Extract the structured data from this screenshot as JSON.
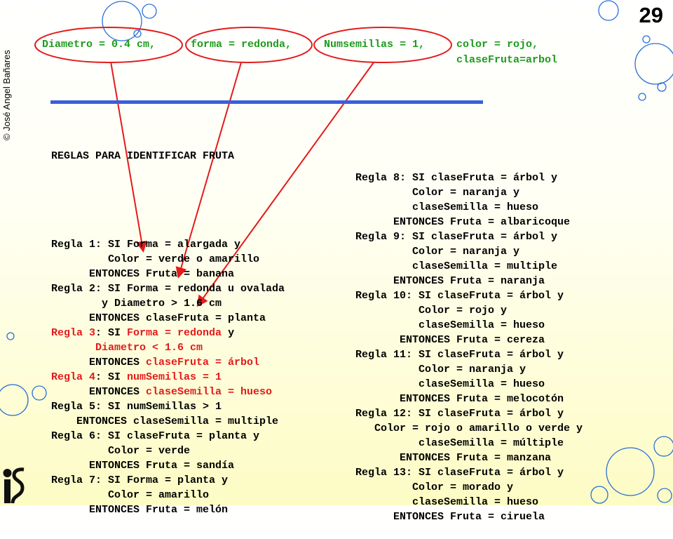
{
  "copyright": "© José Angel Bañares",
  "page_number": "29",
  "facts": {
    "diametro": "Diametro = 0.4 cm,",
    "forma": "forma = redonda,",
    "numsemillas": "Numsemillas = 1,",
    "color": "color = rojo,",
    "clasefruta": "claseFruta=arbol"
  },
  "left_title": "REGLAS PARA IDENTIFICAR FRUTA",
  "left_lines": [
    {
      "parts": [
        {
          "t": "Regla 1: SI Forma = alargada y",
          "c": "black"
        }
      ]
    },
    {
      "parts": [
        {
          "t": "         Color = verde o amarillo",
          "c": "black"
        }
      ]
    },
    {
      "parts": [
        {
          "t": "      ENTONCES Fruta = banana",
          "c": "black"
        }
      ]
    },
    {
      "parts": [
        {
          "t": "Regla 2: SI Forma = redonda u ovalada",
          "c": "black"
        }
      ]
    },
    {
      "parts": [
        {
          "t": "        y Diametro > 1.6 cm",
          "c": "black"
        }
      ]
    },
    {
      "parts": [
        {
          "t": "      ENTONCES claseFruta = planta",
          "c": "black"
        }
      ]
    },
    {
      "parts": [
        {
          "t": "Regla 3",
          "c": "red"
        },
        {
          "t": ": SI ",
          "c": "black"
        },
        {
          "t": "Forma = redonda",
          "c": "red"
        },
        {
          "t": " y",
          "c": "black"
        }
      ]
    },
    {
      "parts": [
        {
          "t": "       Diametro < 1.6 cm",
          "c": "red"
        }
      ]
    },
    {
      "parts": [
        {
          "t": "      ENTONCES ",
          "c": "black"
        },
        {
          "t": "claseFruta = árbol",
          "c": "red"
        }
      ]
    },
    {
      "parts": [
        {
          "t": "Regla 4",
          "c": "red"
        },
        {
          "t": ": SI ",
          "c": "black"
        },
        {
          "t": "numSemillas = 1",
          "c": "red"
        }
      ]
    },
    {
      "parts": [
        {
          "t": "      ENTONCES ",
          "c": "black"
        },
        {
          "t": "claseSemilla = hueso",
          "c": "red"
        }
      ]
    },
    {
      "parts": [
        {
          "t": "Regla 5: SI numSemillas > 1",
          "c": "black"
        }
      ]
    },
    {
      "parts": [
        {
          "t": "    ENTONCES claseSemilla = multiple",
          "c": "black"
        }
      ]
    },
    {
      "parts": [
        {
          "t": "Regla 6: SI claseFruta = planta y",
          "c": "black"
        }
      ]
    },
    {
      "parts": [
        {
          "t": "         Color = verde",
          "c": "black"
        }
      ]
    },
    {
      "parts": [
        {
          "t": "      ENTONCES Fruta = sandía",
          "c": "black"
        }
      ]
    },
    {
      "parts": [
        {
          "t": "Regla 7: SI Forma = planta y",
          "c": "black"
        }
      ]
    },
    {
      "parts": [
        {
          "t": "         Color = amarillo",
          "c": "black"
        }
      ]
    },
    {
      "parts": [
        {
          "t": "      ENTONCES Fruta = melón",
          "c": "black"
        }
      ]
    }
  ],
  "right_lines": [
    "Regla 8: SI claseFruta = árbol y",
    "         Color = naranja y",
    "         claseSemilla = hueso",
    "      ENTONCES Fruta = albaricoque",
    "Regla 9: SI claseFruta = árbol y",
    "         Color = naranja y",
    "         claseSemilla = multiple",
    "      ENTONCES Fruta = naranja",
    "Regla 10: SI claseFruta = árbol y",
    "          Color = rojo y",
    "          claseSemilla = hueso",
    "       ENTONCES Fruta = cereza",
    "Regla 11: SI claseFruta = árbol y",
    "          Color = naranja y",
    "          claseSemilla = hueso",
    "       ENTONCES Fruta = melocotón",
    "Regla 12: SI claseFruta = árbol y",
    "   Color = rojo o amarillo o verde y",
    "          claseSemilla = múltiple",
    "       ENTONCES Fruta = manzana",
    "Regla 13: SI claseFruta = árbol y",
    "         Color = morado y",
    "         claseSemilla = hueso",
    "      ENTONCES Fruta = ciruela"
  ],
  "colors": {
    "fact_green": "#1e9a1e",
    "highlight_red": "#e31b1b",
    "rule_blue": "#3a5fdd",
    "bubble_blue": "#2a6fd6"
  }
}
